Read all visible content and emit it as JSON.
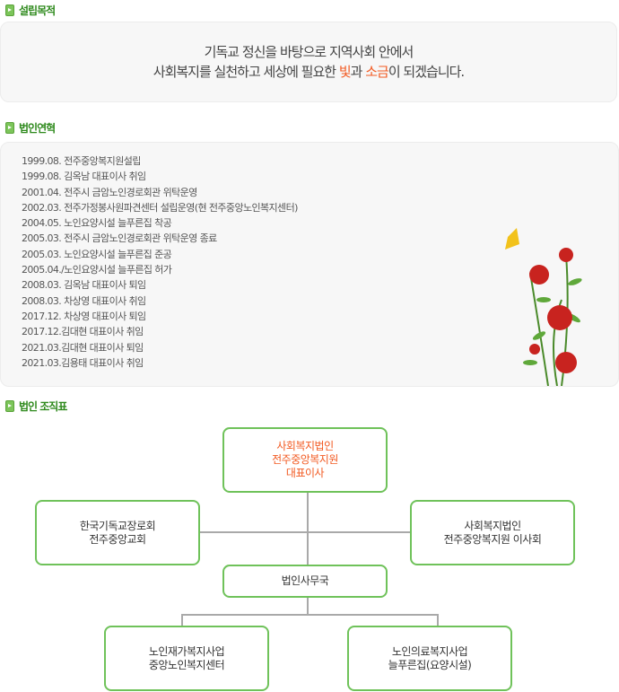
{
  "sections": {
    "purpose": "설립목적",
    "history": "법인연혁",
    "org": "법인 조직표"
  },
  "purpose": {
    "line1": "기독교 정신을 바탕으로 지역사회 안에서",
    "line2_a": "사회복지를 실천하고 세상에 필요한 ",
    "hl1": "빛",
    "line2_b": "과 ",
    "hl2": "소금",
    "line2_c": "이 되겠습니다."
  },
  "history": [
    "1999.08. 전주중앙복지원설립",
    "1999.08. 김옥남 대표이사 취임",
    "2001.04. 전주시 금암노인경로회관 위탁운영",
    "2002.03. 전주가정봉사원파견센터 설립운영(현 전주중앙노인복지센터)",
    "2004.05. 노인요양시설 늘푸른집 착공",
    "2005.03. 전주시 금암노인경로회관 위탁운영 종료",
    "2005.03. 노인요양시설 늘푸른집 준공",
    "2005.04./노인요양시설 늘푸른집 허가",
    "2008.03. 김옥남 대표이사 퇴임",
    "2008.03. 차상영 대표이사 취임",
    "2017.12. 차상영 대표이사 퇴임",
    "2017.12.김대현 대표이사 취임",
    "2021.03.김대현 대표이사 퇴임",
    "2021.03.김용태 대표이사 취임"
  ],
  "org": {
    "top": [
      "사회복지법인",
      "전주중앙복지원",
      "대표이사"
    ],
    "left": [
      "한국기독교장로회",
      "전주중앙교회"
    ],
    "right": [
      "사회복지법인",
      "전주중앙복지원 이사회"
    ],
    "office": "법인사무국",
    "bl": [
      "노인재가복지사업",
      "중앙노인복지센터"
    ],
    "br": [
      "노인의료복지사업",
      "늘푸른집(요양시설)"
    ]
  },
  "colors": {
    "accent": "#6fc25a",
    "highlight": "#f25a22"
  }
}
